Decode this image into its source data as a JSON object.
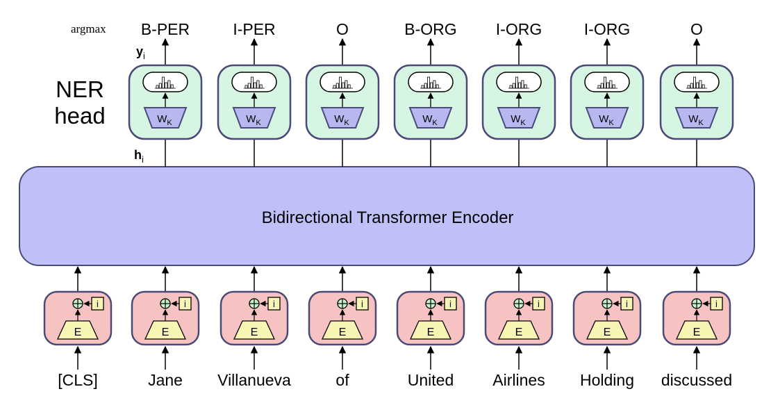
{
  "argmax_label": "argmax",
  "y_label": "y",
  "y_sub": "i",
  "h_label": "h",
  "h_sub": "i",
  "ner_head_line1": "NER",
  "ner_head_line2": "head",
  "encoder_label": "Bidirectional Transformer Encoder",
  "weight_label": "W",
  "weight_sub": "K",
  "embed_label": "E",
  "position_label": "i",
  "tags": [
    "B-PER",
    "I-PER",
    "O",
    "B-ORG",
    "I-ORG",
    "I-ORG",
    "O"
  ],
  "tokens": [
    "[CLS]",
    "Jane",
    "Villanueva",
    "of",
    "United",
    "Airlines",
    "Holding",
    "discussed"
  ],
  "colors": {
    "head_fill": "#d6f5e3",
    "encoder_fill": "#c0c0f8",
    "weight_fill": "#b8b8f0",
    "embed_block_fill": "#f7c2c2",
    "embed_fill": "#f8f4b4",
    "plus_fill": "#c6f0cc",
    "stroke": "#4a4a78"
  }
}
